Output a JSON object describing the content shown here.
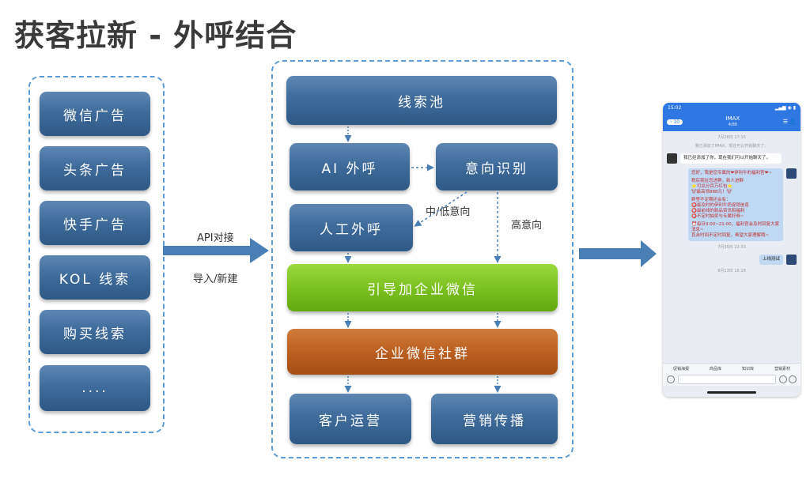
{
  "title": "获客拉新 - 外呼结合",
  "sources": [
    "微信广告",
    "头条广告",
    "快手广告",
    "KOL 线索",
    "购买线索",
    "...."
  ],
  "link_labels": {
    "api": "API对接",
    "import": "导入/新建",
    "mid_low": "中/低意向",
    "high": "高意向"
  },
  "nodes": {
    "pool": "线索池",
    "ai_call": "AI 外呼",
    "intent": "意向识别",
    "manual_call": "人工外呼",
    "guide": "引导加企业微信",
    "group": "企业微信社群",
    "ops": "客户运营",
    "marketing": "营销传播"
  },
  "phone": {
    "status_time": "15:02",
    "back_label": "10",
    "chat_title": "IMAX",
    "chat_subtitle": "4/88",
    "time1": "7月26日 17:16",
    "system_msg": "我已添加了IMAX，现在可以开始聊天了。",
    "msg_left": "我已经添加了你，现在我们可以开始聊天了。",
    "msg_right": [
      "您好，我是您专属的❤伊利牛的福利官❤~",
      "稍后我拉您进群，新人进群",
      "⭐可瓜分百万红包⭐",
      "🐮最高领888元！🐮",
      "群里不定期还会有：",
      "⭕最及时的伊利牛奶促销信息",
      "⭕最前线的新品资讯和福利",
      "⭕不定时抽奖与专属好券~",
      "⏰每日9:00~21:00，福利官会及时回复大家消息~",
      "其余时间不定时回复，希望大家理解哦~"
    ],
    "time2": "7月30日 22:33",
    "msg_test": "上线测试",
    "time3": "8月13日 16:18",
    "toolbar": [
      "促销海报",
      "商品库",
      "知识库",
      "营销素材"
    ]
  },
  "colors": {
    "blue_block": "#3f6c9c",
    "green_block": "#7bc220",
    "orange_block": "#bb6020",
    "dash": "#5a9bd5",
    "arrow": "#4a7fb6"
  }
}
